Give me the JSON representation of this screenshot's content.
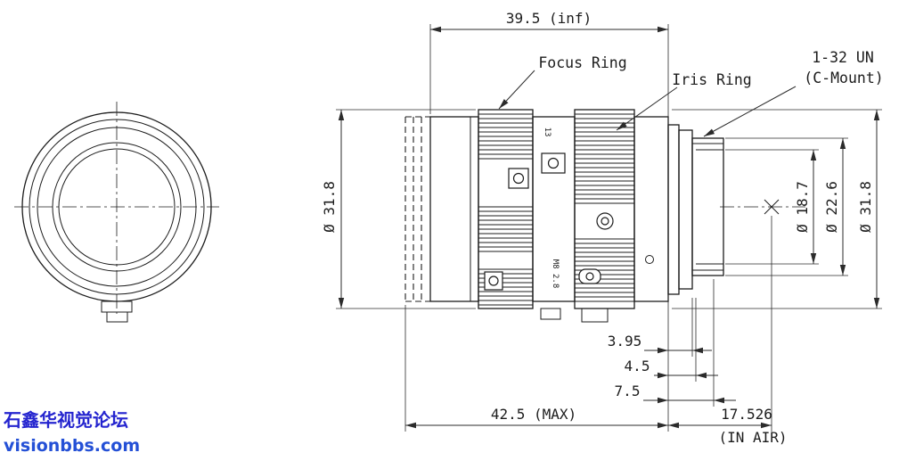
{
  "colors": {
    "line": "#1c1c1c",
    "dim": "#2b2b2b",
    "watermark1": "#2525cf",
    "watermark2": "#2450d6"
  },
  "watermark": {
    "line1": "石鑫华视觉论坛",
    "line2": "visionbbs.com"
  },
  "callouts": {
    "focus_ring": "Focus Ring",
    "iris_ring": "Iris Ring",
    "mount_thread": "1-32 UN",
    "mount_type": "(C-Mount)"
  },
  "dimensions": {
    "length_inf": "39.5 (inf)",
    "front_diameter": "Ø 31.8",
    "bore_diameter": "Ø 18.7",
    "thread_diameter": "Ø 22.6",
    "body_diameter": "Ø 31.8",
    "step1": "3.95",
    "step2": "4.5",
    "step3": "7.5",
    "length_max": "42.5 (MAX)",
    "flange_focal": "17.526",
    "flange_focal_note": "(IN AIR)"
  },
  "markings": {
    "upper": "13",
    "lower": "M8 2.8"
  }
}
